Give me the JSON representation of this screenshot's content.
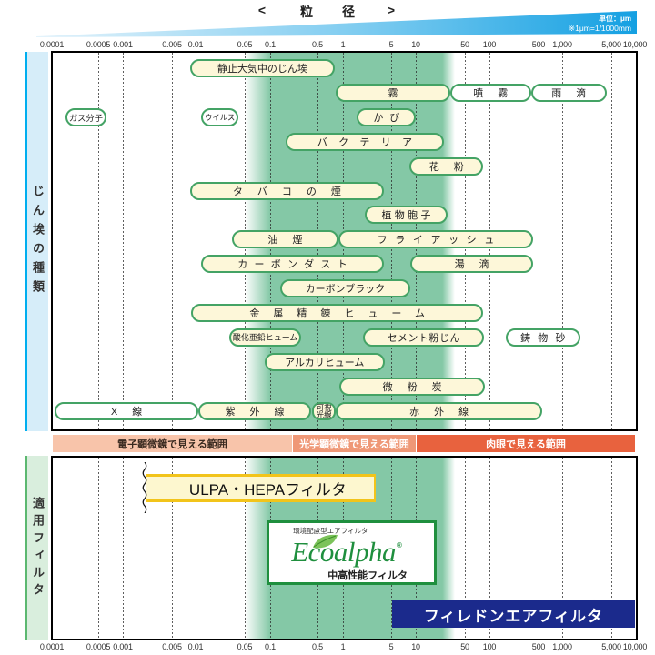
{
  "header": {
    "title_left": "<",
    "title_chars": [
      "粒",
      "径"
    ],
    "title_right": ">",
    "unit": "単位：μm",
    "unit_note": "※1μm=1/1000mm"
  },
  "colors": {
    "band_green": "#84c8a6",
    "pill_border": "#44a365",
    "pill_cream": "#fdf7d9",
    "dust_label_bg": "#d6edf9",
    "dust_label_accent": "#00aeef",
    "filter_label_bg": "#d9eedd",
    "filter_label_accent": "#5cb870",
    "scope_em": "#f8c4aa",
    "scope_optical": "#ef9877",
    "scope_eye": "#e8623e",
    "ulpa_yellow": "#f2c41a",
    "ulpa_fill": "#fdf7cf",
    "eco_green": "#1f8f3e",
    "filter_navy": "#1b2a8c",
    "wedge_light": "#e4f3fb",
    "wedge_dark": "#14a0e2"
  },
  "chart_data": {
    "type": "bar",
    "orientation": "horizontal-range",
    "xscale": "log",
    "title": "粒径",
    "xlabel": "粒径 (μm)",
    "xlim": [
      0.0001,
      10000
    ],
    "grid": true,
    "x_ticks": [
      {
        "value": 0.0001,
        "label": "0.0001"
      },
      {
        "value": 0.0005,
        "label": "0.0005"
      },
      {
        "value": 0.001,
        "label": "0.001"
      },
      {
        "value": 0.005,
        "label": "0.005"
      },
      {
        "value": 0.01,
        "label": "0.01"
      },
      {
        "value": 0.05,
        "label": "0.05"
      },
      {
        "value": 0.1,
        "label": "0.1"
      },
      {
        "value": 0.5,
        "label": "0.5"
      },
      {
        "value": 1,
        "label": "1"
      },
      {
        "value": 5,
        "label": "5"
      },
      {
        "value": 10,
        "label": "10"
      },
      {
        "value": 50,
        "label": "50"
      },
      {
        "value": 100,
        "label": "100"
      },
      {
        "value": 500,
        "label": "500"
      },
      {
        "value": 1000,
        "label": "1,000"
      },
      {
        "value": 5000,
        "label": "5,000"
      },
      {
        "value": 10000,
        "label": "10,000"
      }
    ],
    "highlight_band": {
      "solid": [
        0.1,
        24
      ],
      "fade": [
        0.05,
        36
      ]
    },
    "panels": [
      {
        "label": "じん埃の種類",
        "items": [
          {
            "name": "静止大気中のじん埃",
            "range": [
              0.0085,
              0.8
            ],
            "row": 0,
            "fill": "cream"
          },
          {
            "name": "霧",
            "range": [
              0.82,
              31
            ],
            "row": 1,
            "fill": "cream"
          },
          {
            "name": "噴霧",
            "range": [
              31,
              390
            ],
            "row": 1,
            "fill": "white"
          },
          {
            "name": "雨滴",
            "range": [
              390,
              4300
            ],
            "row": 1,
            "fill": "white"
          },
          {
            "name": "ガス分子",
            "range": [
              0.00016,
              0.00063
            ],
            "row": 2,
            "fill": "white"
          },
          {
            "name": "ウイルス",
            "range": [
              0.012,
              0.041
            ],
            "row": 2,
            "fill": "white"
          },
          {
            "name": "かび",
            "range": [
              1.6,
              10
            ],
            "row": 2,
            "fill": "cream"
          },
          {
            "name": "バクテリア",
            "range": [
              0.17,
              25
            ],
            "row": 3,
            "fill": "cream"
          },
          {
            "name": "花粉",
            "range": [
              8.4,
              84
            ],
            "row": 4,
            "fill": "cream"
          },
          {
            "name": "タバコの煙",
            "range": [
              0.0085,
              3.9
            ],
            "row": 5,
            "fill": "cream"
          },
          {
            "name": "植物胞子",
            "range": [
              2.1,
              28
            ],
            "row": 6,
            "fill": "cream"
          },
          {
            "name": "油煙",
            "range": [
              0.033,
              0.88
            ],
            "row": 7,
            "fill": "cream"
          },
          {
            "name": "フライアッシュ",
            "range": [
              0.88,
              420
            ],
            "row": 7,
            "fill": "cream"
          },
          {
            "name": "カーボンダスト",
            "range": [
              0.012,
              3.9
            ],
            "row": 8,
            "fill": "cream"
          },
          {
            "name": "湯滴",
            "range": [
              8.6,
              420
            ],
            "row": 8,
            "fill": "cream"
          },
          {
            "name": "カーボンブラック",
            "range": [
              0.14,
              8.6
            ],
            "row": 9,
            "fill": "cream"
          },
          {
            "name": "金属精錬ヒューム",
            "range": [
              0.0088,
              84
            ],
            "row": 10,
            "fill": "cream"
          },
          {
            "name": "酸化亜鉛ヒューム",
            "range": [
              0.03,
              0.29
            ],
            "row": 11,
            "fill": "cream"
          },
          {
            "name": "セメント粉じん",
            "range": [
              1.95,
              86
            ],
            "row": 11,
            "fill": "cream"
          },
          {
            "name": "鋳物砂",
            "range": [
              170,
              1800
            ],
            "row": 11,
            "fill": "white"
          },
          {
            "name": "アルカリヒューム",
            "range": [
              0.086,
              4.0
            ],
            "row": 12,
            "fill": "cream"
          },
          {
            "name": "微粉炭",
            "range": [
              0.91,
              88
            ],
            "row": 13,
            "fill": "cream"
          },
          {
            "name": "X線",
            "range": [
              0.00011,
              0.011
            ],
            "row": 14,
            "fill": "white"
          },
          {
            "name": "紫外線",
            "range": [
              0.011,
              0.4
            ],
            "row": 14,
            "fill": "cream"
          },
          {
            "name": "可視光線",
            "range": [
              0.42,
              0.82
            ],
            "row": 14,
            "fill": "cream"
          },
          {
            "name": "赤外線",
            "range": [
              0.82,
              560
            ],
            "row": 14,
            "fill": "cream"
          }
        ]
      },
      {
        "label": "適用フィルタ",
        "items": [
          {
            "kind": "ulpa",
            "name": "ULPA・HEPAフィルタ",
            "range": [
              0.0019,
              3.0
            ],
            "left_open": true
          },
          {
            "kind": "ecoalpha",
            "name": "Ecoalpha",
            "tagline": "環境配慮型エアフィルタ",
            "registered": "®",
            "subtitle": "中高性能フィルタ",
            "range": [
              0.091,
              20
            ]
          },
          {
            "kind": "filedon",
            "name": "フィレドンエアフィルタ",
            "range": [
              5.1,
              10000
            ]
          }
        ]
      }
    ],
    "visibility_ranges": [
      {
        "label": "電子顕微鏡で見える範囲",
        "range": [
          0.0001,
          0.21
        ],
        "color_key": "scope_em",
        "text_color": "#3a2a20"
      },
      {
        "label": "光学顕微鏡で見える範囲",
        "range": [
          0.21,
          10
        ],
        "color_key": "scope_optical",
        "text_color": "#ffffff"
      },
      {
        "label": "肉眼で見える範囲",
        "range": [
          10,
          10000
        ],
        "color_key": "scope_eye",
        "text_color": "#ffffff"
      }
    ]
  }
}
